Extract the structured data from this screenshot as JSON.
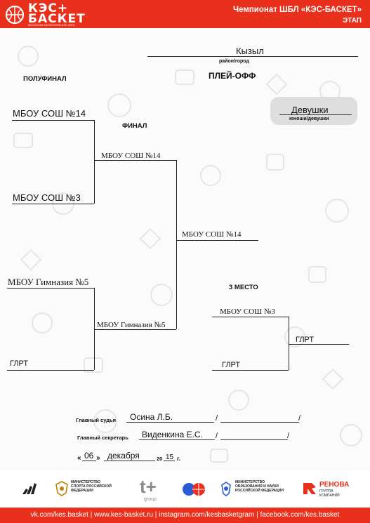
{
  "header": {
    "logo_text": "КЭС+ БАСКЕТ",
    "logo_tagline": "ШКОЛЬНАЯ БАСКЕТБОЛЬНАЯ ЛИГА",
    "title": "Чемпионат  ШБЛ «КЭС-БАСКЕТ»",
    "stage": "ЭТАП"
  },
  "location": {
    "city": "Кызыл",
    "caption": "район/город"
  },
  "playoff_title": "ПЛЕЙ-ОФФ",
  "category": {
    "value": "Девушки",
    "caption": "юноши/девушки"
  },
  "bracket": {
    "semifinal_label": "ПОЛУФИНАЛ",
    "final_label": "ФИНАЛ",
    "third_place_label": "3 МЕСТО",
    "sf1_team1": "МБОУ СОШ №14",
    "sf1_team2": "МБОУ СОШ №3",
    "sf2_team1": "МБОУ Гимназия №5",
    "sf2_team2": "ГЛРТ",
    "final_team1": "МБОУ СОШ №14",
    "final_team2": "МБОУ Гимназия №5",
    "champion": "МБОУ СОШ №14",
    "third_team1": "МБОУ СОШ №3",
    "third_team2": "ГЛРТ",
    "third_winner": "ГЛРТ"
  },
  "signatures": {
    "judge_label": "Главный судья",
    "judge_name": "Осина Л.Б.",
    "secretary_label": "Главный секретарь",
    "secretary_name": "Виденкина Е.С.",
    "slash": "/"
  },
  "date": {
    "open_quote": "«",
    "day": "06",
    "close_quote": "»",
    "month": "декабря",
    "year_prefix": "20",
    "year_suffix": "15",
    "year_unit": "г."
  },
  "footer": {
    "logo_ministry_sport": "МИНИСТЕРСТВО СПОРТА РОССИЙСКОЙ ФЕДЕРАЦИИ",
    "logo_tplus": "t+",
    "logo_tplus_sub": "group",
    "logo_ministry_edu": "МИНИСТЕРСТВО ОБРАЗОВАНИЯ И НАУКИ РОССИЙСКОЙ ФЕДЕРАЦИИ",
    "logo_renova": "РЕНОВА",
    "logo_renova_sub": "ГРУППА КОМПАНИЙ",
    "links": "vk.com/kes.basket  |  www.kes-basket.ru  |  instagram.com/kesbasketgram  |  facebook.com/kes.basket"
  },
  "colors": {
    "accent": "#e8301c",
    "category_box": "#dedede"
  }
}
